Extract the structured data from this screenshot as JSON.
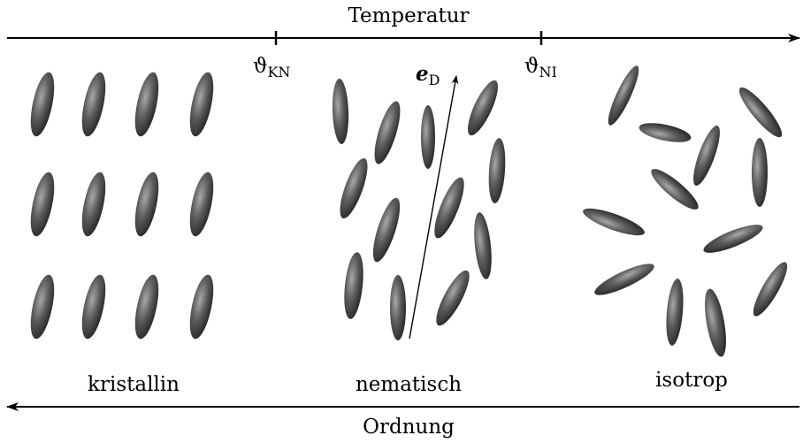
{
  "top_axis": {
    "label": "Temperatur"
  },
  "bottom_axis": {
    "label": "Ordnung"
  },
  "transitions": [
    {
      "symbol": "ϑ",
      "subscript": "KN"
    },
    {
      "symbol": "ϑ",
      "subscript": "NI"
    }
  ],
  "director": {
    "symbol": "e",
    "subscript": "D"
  },
  "phases": [
    {
      "label": "kristallin"
    },
    {
      "label": "nematisch"
    },
    {
      "label": "isotrop"
    }
  ],
  "colors": {
    "molecule_dark": "#2a2a2a",
    "molecule_light": "#9a9a9a",
    "line": "#000000"
  }
}
